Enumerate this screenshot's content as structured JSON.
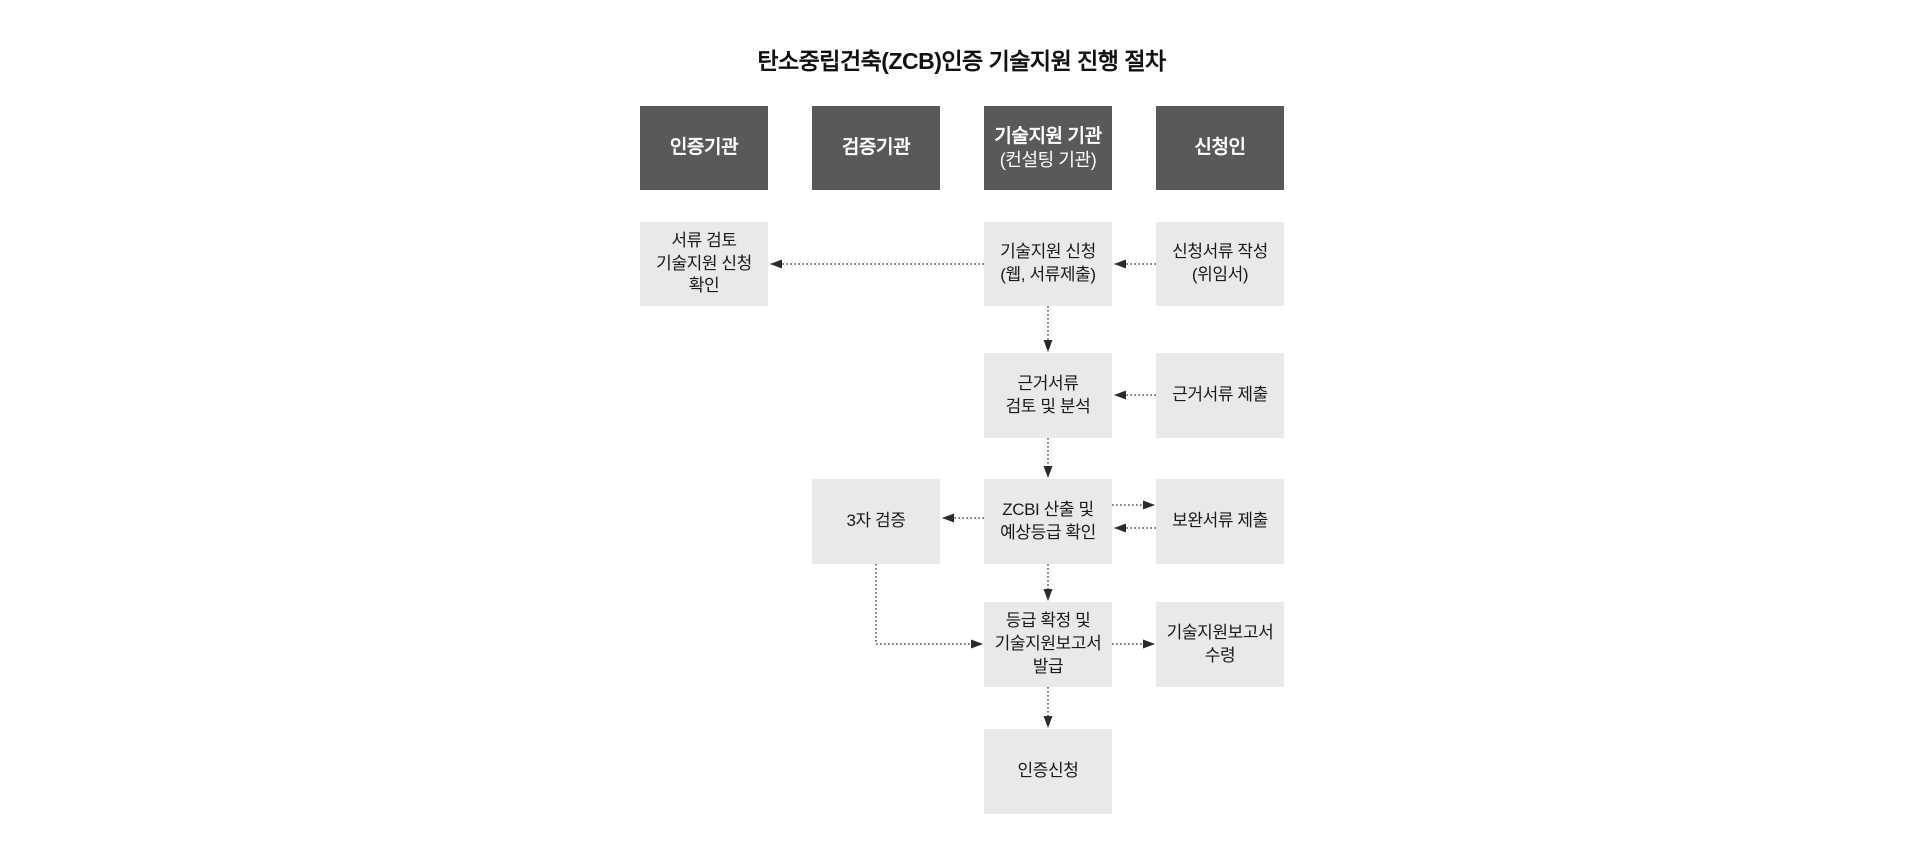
{
  "title": "탄소중립건축(ZCB)인증 기술지원 진행 절차",
  "colors": {
    "canvas_bg": "#ffffff",
    "header_bg": "#595959",
    "header_text": "#ffffff",
    "box_bg": "#e9e9e9",
    "box_text": "#1a1a1a",
    "arrow": "#2b2b2b"
  },
  "columns": [
    {
      "label": "인증기관"
    },
    {
      "label": "검증기관"
    },
    {
      "label": "기술지원 기관",
      "sublabel": "(컨설팅 기관)"
    },
    {
      "label": "신청인"
    }
  ],
  "boxes": {
    "doc_review": "서류 검토\n기술지원 신청\n확인",
    "tech_apply": "기술지원 신청\n(웹, 서류제출)",
    "app_docs": "신청서류 작성\n(위임서)",
    "evidence_review": "근거서류\n검토 및 분석",
    "evidence_submit": "근거서류 제출",
    "third_party": "3자 검증",
    "zcbi": "ZCBI 산출 및\n예상등급 확인",
    "supplement": "보완서류 제출",
    "grade": "등급 확정 및\n기술지원보고서\n발급",
    "report_receive": "기술지원보고서\n수령",
    "cert_apply": "인증신청"
  }
}
